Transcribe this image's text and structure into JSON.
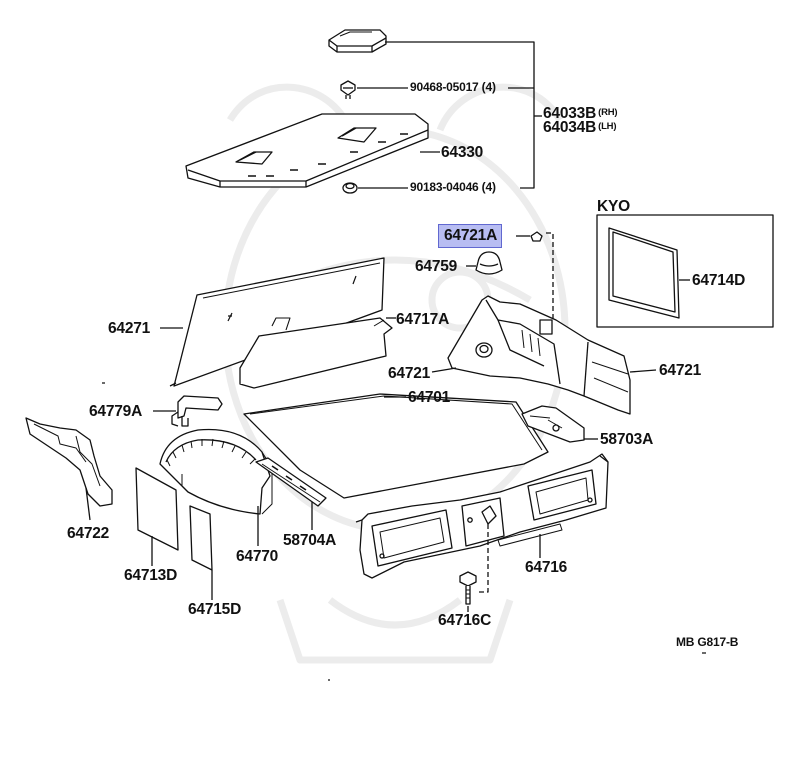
{
  "diagram_code": "MB  G817-B",
  "box_title": "KYO",
  "labels": {
    "p90468": "90468-05017 (4)",
    "p64033b": "64033B",
    "p64033b_side": "(RH)",
    "p64034b": "64034B",
    "p64034b_side": "(LH)",
    "p64330": "64330",
    "p90183": "90183-04046 (4)",
    "p64721a": "64721A",
    "p64759": "64759",
    "p64714d": "64714D",
    "p64271": "64271",
    "p64717a": "64717A",
    "p64721_center": "64721",
    "p64721_right": "64721",
    "p64779a": "64779A",
    "p64701": "64701",
    "p58703a": "58703A",
    "p64722": "64722",
    "p64770": "64770",
    "p58704a": "58704A",
    "p64716": "64716",
    "p64713d": "64713D",
    "p64715d": "64715D",
    "p64716c": "64716C"
  },
  "highlight_color": "#b8bdf2",
  "highlight_border": "#6168d0"
}
